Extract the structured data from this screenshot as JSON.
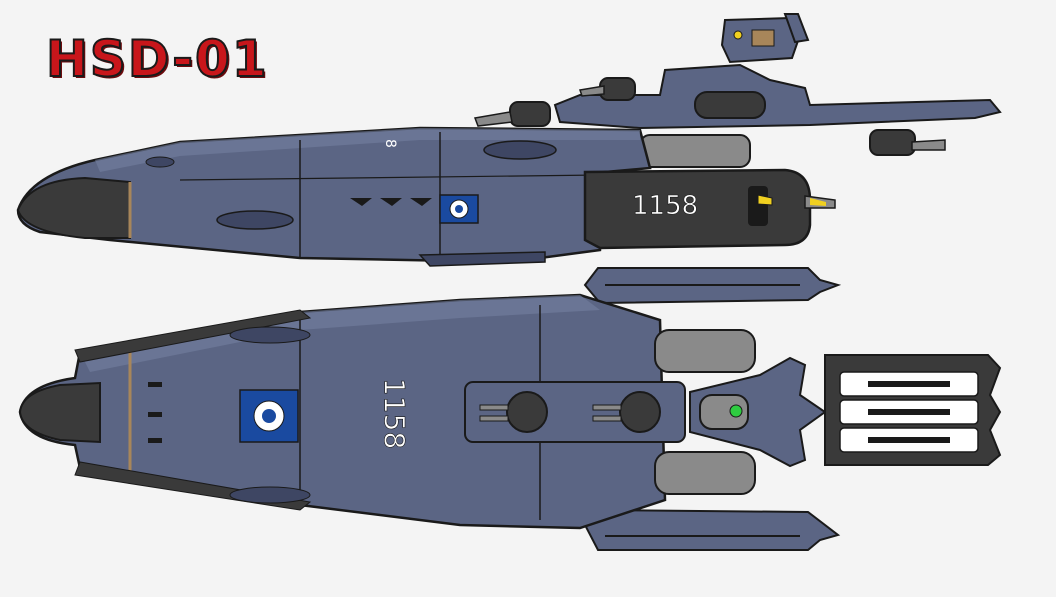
{
  "title": "HSD-01",
  "side_view": {
    "hull_number": "1158",
    "small_marking": "8"
  },
  "top_view": {
    "hull_number": "1158"
  },
  "colors": {
    "hull": "#5b6584",
    "hull_light": "#7580a0",
    "hull_dark": "#3e4663",
    "dark_grey": "#3a3a3a",
    "engine_grey": "#8a8a8a",
    "accent_yellow": "#f0d020",
    "title_red": "#c8161b",
    "emblem_blue": "#1a4aa0",
    "sensor_green": "#2ecc40"
  }
}
